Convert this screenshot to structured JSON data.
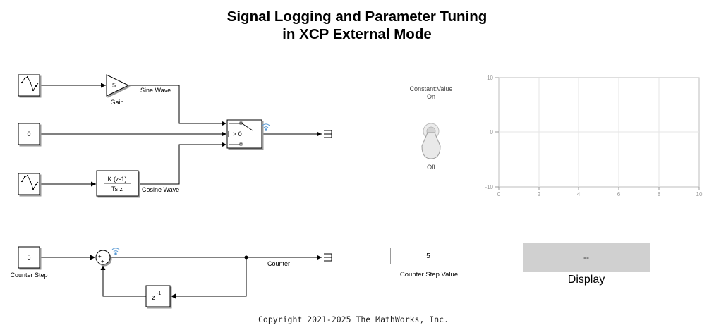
{
  "title": {
    "line1": "Signal Logging and Parameter Tuning",
    "line2": "in XCP External Mode"
  },
  "blocks": {
    "constant_zero": "0",
    "gain_value": "5",
    "gain_label": "Gain",
    "sine_wave_label": "Sine Wave",
    "switch_criteria": "> 0",
    "discrete_numerator": "K (z-1)",
    "discrete_denominator": "Ts z",
    "cosine_wave_label": "Cosine Wave",
    "counter_step_value": "5",
    "counter_step_label": "Counter Step",
    "sum_signs": [
      "+",
      "+"
    ],
    "delay_base": "z",
    "delay_exponent": "-1",
    "counter_label": "Counter"
  },
  "toggle": {
    "param_label": "Constant:Value",
    "on_label": "On",
    "off_label": "Off"
  },
  "scope": {
    "y_ticks": [
      "10",
      "0",
      "-10"
    ],
    "x_ticks": [
      "0",
      "2",
      "4",
      "6",
      "8",
      "10"
    ]
  },
  "counter_step_edit": {
    "value": "5",
    "label": "Counter Step Value"
  },
  "display": {
    "value": "--",
    "label": "Display"
  },
  "copyright": "Copyright 2021-2025 The MathWorks, Inc.",
  "colors": {
    "line": "#000000",
    "scope_grid": "#e6e6e6",
    "scope_border": "#bdbdbd",
    "display_bg": "#d0d0d0",
    "logging_badge": "#5b9bd5"
  }
}
